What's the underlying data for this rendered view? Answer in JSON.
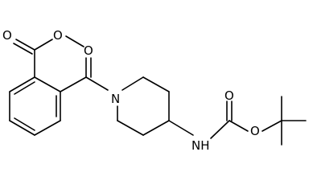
{
  "molecule": {
    "atoms": {
      "ester_carbonyl_oxygen": "O",
      "ester_ether_oxygen": "O",
      "ketone_oxygen": "O",
      "piperidine_nitrogen": "N",
      "carbamate_nitrogen": "NH",
      "carbamate_carbonyl_oxygen": "O",
      "carbamate_ether_oxygen": "O"
    }
  }
}
